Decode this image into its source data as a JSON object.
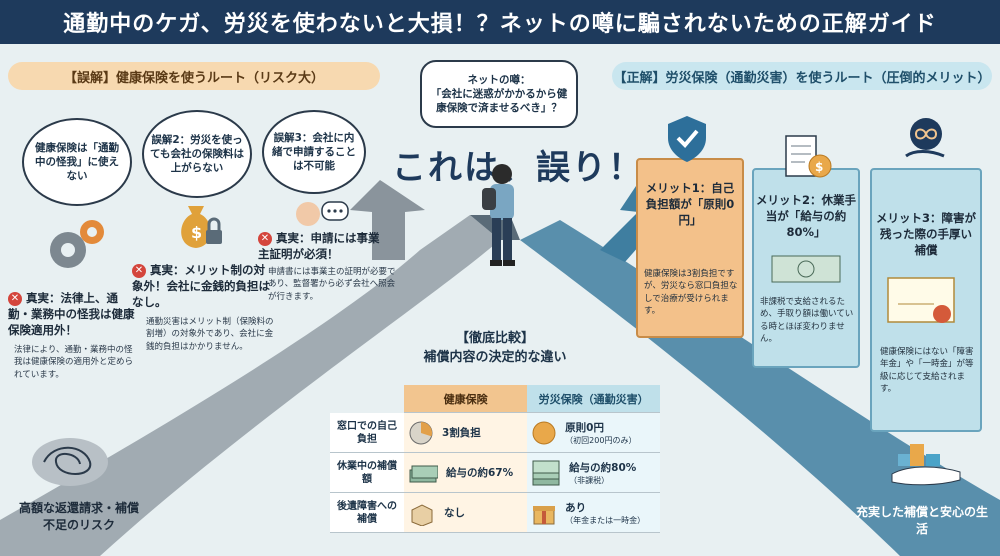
{
  "title": "通勤中のケガ、労災を使わないと大損！？ネットの噂に騙されないための正解ガイド",
  "left_pill": "【誤解】健康保険を使うルート（リスク大）",
  "right_pill": "【正解】労災保険（通勤災害）を使うルート（圧倒的メリット）",
  "rumor_bubble": {
    "head": "ネットの噂：",
    "body": "「会社に迷惑がかかるから健康保険で済ませるべき」？"
  },
  "big_text": "これは、誤り！",
  "myths": [
    {
      "title": "健康保険は「通勤中の怪我」に使えない"
    },
    {
      "title": "誤解2：労災を使っても会社の保険料は上がらない"
    },
    {
      "title": "誤解3：会社に内緒で申請することは不可能"
    }
  ],
  "truths": [
    {
      "title": "真実：法律上、通勤・業務中の怪我は健康保険適用外！",
      "detail": "法律により、通勤・業務中の怪我は健康保険の適用外と定められています。"
    },
    {
      "title": "真実：メリット制の対象外！会社に金銭的負担はなし。",
      "detail": "通勤災害はメリット制（保険料の割増）の対象外であり、会社に金銭的負担はかかりません。"
    },
    {
      "title": "真実：申請には事業主証明が必須！",
      "detail": "申請書には事業主の証明が必要であり、監督署から必ず会社へ照会が行きます。"
    }
  ],
  "left_bottom": "高額な返還請求・補償不足のリスク",
  "right_bottom": "充実した補償と安心の生活",
  "merits": [
    {
      "title": "メリット1：自己負担額が「原則0円」",
      "detail": "健康保険は3割負担ですが、労災なら窓口負担なしで治療が受けられます。"
    },
    {
      "title": "メリット2：休業手当が「給与の約80%」",
      "detail": "非課税で支給されるため、手取り額は働いている時とほぼ変わりません。"
    },
    {
      "title": "メリット3：障害が残った際の手厚い補償",
      "detail": "健康保険にはない「障害年金」や「一時金」が等級に応じて支給されます。"
    }
  ],
  "comparison": {
    "heading1": "【徹底比較】",
    "heading2": "補償内容の決定的な違い",
    "col_health": "健康保険",
    "col_rousai": "労災保険（通勤災害）",
    "rows": [
      {
        "label": "窓口での自己負担",
        "health": "3割負担",
        "rousai": "原則0円",
        "rousai_sub": "（初回200円のみ）"
      },
      {
        "label": "休業中の補償額",
        "health": "給与の約67%",
        "rousai": "給与の約80%",
        "rousai_sub": "（非課税）"
      },
      {
        "label": "後遺障害への補償",
        "health": "なし",
        "rousai": "あり",
        "rousai_sub": "（年金または一時金）"
      }
    ]
  },
  "colors": {
    "navy": "#1e3a5c",
    "orange": "#f2c58f",
    "teal": "#bfe0ea",
    "red": "#d4453c"
  }
}
